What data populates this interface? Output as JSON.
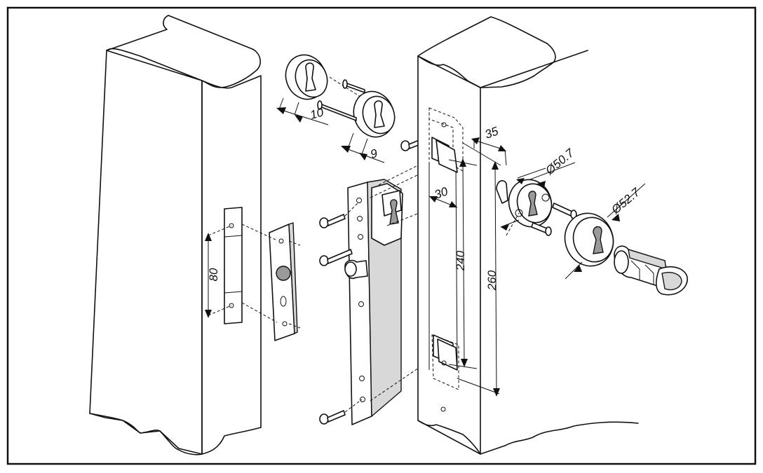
{
  "dimensions": {
    "rosette_depth": "10",
    "rosette_depth_2": "9",
    "strike_spacing": "80",
    "backset": "35",
    "rosette_diameter_small": "Ø50.7",
    "rosette_diameter_large": "Ø52.7",
    "mortise_width": "30",
    "mortise_length_inner": "240",
    "mortise_length_outer": "260"
  }
}
